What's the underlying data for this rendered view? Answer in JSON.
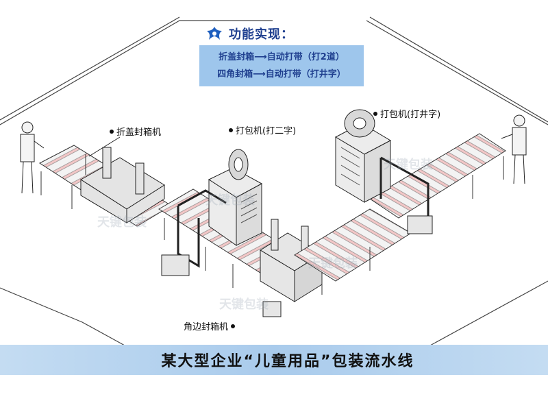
{
  "feature": {
    "title": "功能实现：",
    "lines": [
      "折盖封箱⟶自动打带（打2道）",
      "四角封箱⟶自动打带（打井字）"
    ],
    "accent_color": "#1f3f8f",
    "box_color": "#9ec6ec",
    "icon": "blue-star-icon"
  },
  "callouts": {
    "fold_sealer": "折盖封箱机",
    "strapper_two": "打包机(打二字)",
    "strapper_cross": "打包机(打井字)",
    "corner_sealer": "角边封箱机"
  },
  "banner": {
    "text": "某大型企业“儿童用品”包装流水线",
    "color": "#a9cbec"
  },
  "watermark": "天键包装"
}
